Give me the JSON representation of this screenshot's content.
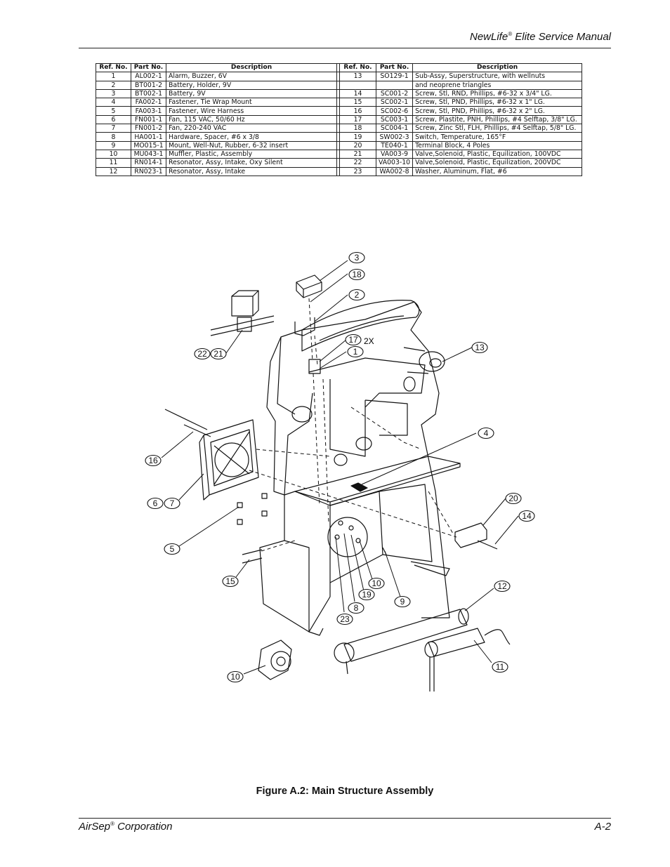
{
  "header": {
    "brand": "NewLife",
    "reg": "®",
    "rest": " Elite Service Manual"
  },
  "table": {
    "headers": [
      "Ref. No.",
      "Part No.",
      "Description"
    ],
    "left_rows": [
      [
        "1",
        "AL002-1",
        "Alarm, Buzzer, 6V"
      ],
      [
        "2",
        "BT001-2",
        "Battery, Holder, 9V"
      ],
      [
        "3",
        "BT002-1",
        "Battery, 9V"
      ],
      [
        "4",
        "FA002-1",
        "Fastener, Tie Wrap Mount"
      ],
      [
        "5",
        "FA003-1",
        "Fastener, Wire Harness"
      ],
      [
        "6",
        "FN001-1",
        "Fan, 115 VAC, 50/60 Hz"
      ],
      [
        "7",
        "FN001-2",
        "Fan, 220-240 VAC"
      ],
      [
        "8",
        "HA001-1",
        "Hardware, Spacer, #6 x 3/8"
      ],
      [
        "9",
        "MO015-1",
        "Mount, Well-Nut, Rubber, 6-32 insert"
      ],
      [
        "10",
        "MU043-1",
        "Muffler, Plastic, Assembly"
      ],
      [
        "11",
        "RN014-1",
        "Resonator, Assy, Intake, Oxy Silent"
      ],
      [
        "12",
        "RN023-1",
        "Resonator, Assy, Intake"
      ]
    ],
    "right_rows": [
      [
        "13",
        "SO129-1",
        "Sub-Assy, Superstructure, with wellnuts"
      ],
      [
        "",
        "",
        "and neoprene triangles"
      ],
      [
        "14",
        "SC001-2",
        "Screw, Stl, RND, Phillips, #6-32 x 3/4\" LG."
      ],
      [
        "15",
        "SC002-1",
        "Screw, Stl, PND, Phillips, #6-32 x 1\" LG."
      ],
      [
        "16",
        "SC002-6",
        "Screw, Stl, PND, Phillips, #6-32 x 2\" LG."
      ],
      [
        "17",
        "SC003-1",
        "Screw, Plastite, PNH, Phillips, #4 Selftap, 3/8\" LG."
      ],
      [
        "18",
        "SC004-1",
        "Screw, Zinc Stl, FLH, Phillips, #4 Selftap, 5/8\" LG."
      ],
      [
        "19",
        "SW002-3",
        "Switch, Temperature, 165°F"
      ],
      [
        "20",
        "TE040-1",
        "Terminal Block, 4 Poles"
      ],
      [
        "21",
        "VA003-9",
        "Valve,Solenoid, Plastic, Equilization, 100VDC"
      ],
      [
        "22",
        "VA003-10",
        "Valve,Solenoid, Plastic, Equilization, 200VDC"
      ],
      [
        "23",
        "WA002-8",
        "Washer, Aluminum, Flat, #6"
      ]
    ]
  },
  "diagram": {
    "callouts": [
      {
        "id": "3",
        "label": "3"
      },
      {
        "id": "18",
        "label": "18"
      },
      {
        "id": "2",
        "label": "2"
      },
      {
        "id": "17",
        "label": "17"
      },
      {
        "id": "1",
        "label": "1"
      },
      {
        "id": "22",
        "label": "22"
      },
      {
        "id": "21",
        "label": "21"
      },
      {
        "id": "13",
        "label": "13"
      },
      {
        "id": "16",
        "label": "16"
      },
      {
        "id": "4",
        "label": "4"
      },
      {
        "id": "6",
        "label": "6"
      },
      {
        "id": "7",
        "label": "7"
      },
      {
        "id": "20",
        "label": "20"
      },
      {
        "id": "14",
        "label": "14"
      },
      {
        "id": "5",
        "label": "5"
      },
      {
        "id": "15",
        "label": "15"
      },
      {
        "id": "10a",
        "label": "10"
      },
      {
        "id": "19",
        "label": "19"
      },
      {
        "id": "9",
        "label": "9"
      },
      {
        "id": "8",
        "label": "8"
      },
      {
        "id": "23",
        "label": "23"
      },
      {
        "id": "12",
        "label": "12"
      },
      {
        "id": "11",
        "label": "11"
      },
      {
        "id": "10b",
        "label": "10"
      }
    ],
    "multiplier": "2X"
  },
  "caption": "Figure A.2: Main Structure Assembly",
  "footer": {
    "company": "AirSep",
    "reg": "®",
    "company_rest": " Corporation",
    "page": "A-2"
  }
}
